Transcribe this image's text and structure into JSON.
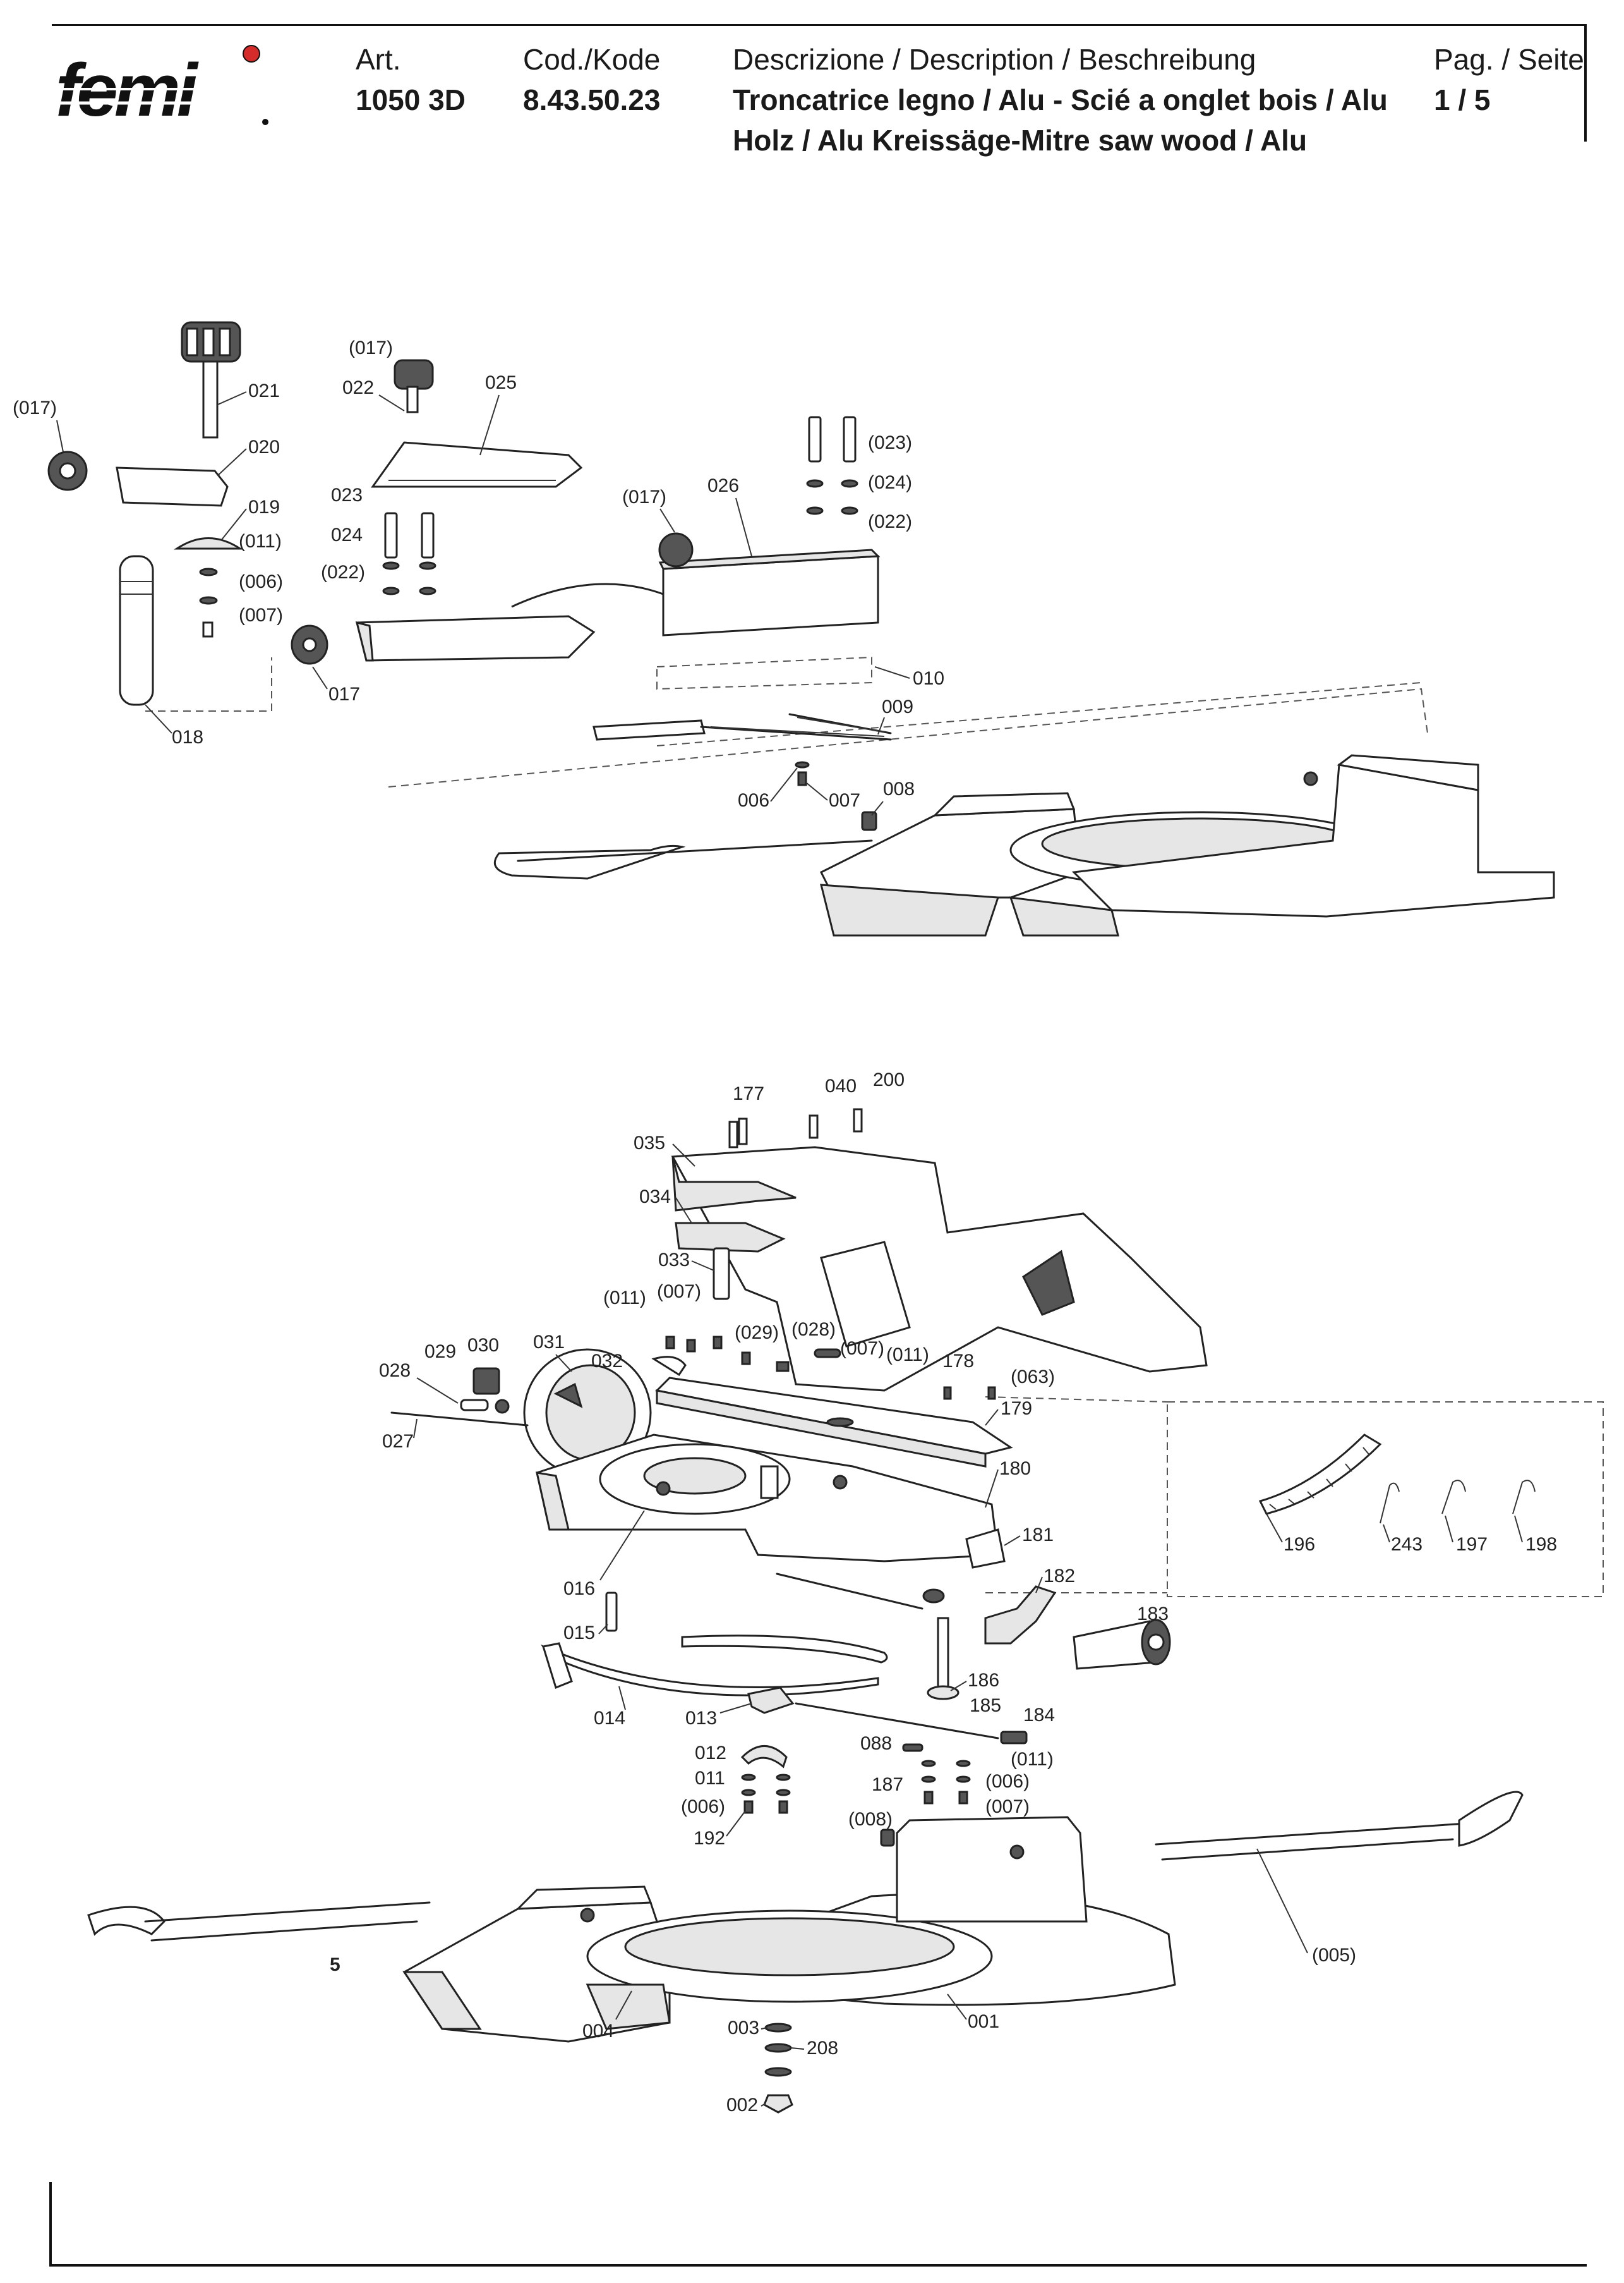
{
  "header": {
    "brand": "femi",
    "art_label": "Art.",
    "art_value": "1050 3D",
    "code_label": "Cod./Kode",
    "code_value": "8.43.50.23",
    "desc_label": "Descrizione / Description / Beschreibung",
    "desc_line1": "Troncatrice legno / Alu - Scié a onglet bois / Alu",
    "desc_line2": "Holz / Alu Kreissäge-Mitre saw wood / Alu",
    "page_label": "Pag. / Seite",
    "page_value": "1 / 5"
  },
  "colors": {
    "logo_dot": "#d62b2b",
    "line": "#111111"
  },
  "callouts": {
    "c017a": "(017)",
    "c021": "021",
    "c022a": "022",
    "c025": "025",
    "c017b": "(017)",
    "c020": "020",
    "c019": "019",
    "c011a": "(011)",
    "c006a": "(006)",
    "c007a": "(007)",
    "c023a": "023",
    "c024a": "024",
    "c022b": "(022)",
    "c017c": "017",
    "c018": "018",
    "c017d": "(017)",
    "c026": "026",
    "c023b": "(023)",
    "c024b": "(024)",
    "c022c": "(022)",
    "c010": "010",
    "c009": "009",
    "c006b": "006",
    "c007b": "007",
    "c008": "008",
    "c177": "177",
    "c040": "040",
    "c200": "200",
    "c035": "035",
    "c034": "034",
    "c033": "033",
    "c011b": "(011)",
    "c007c": "(007)",
    "c029a": "(029)",
    "c028a": "(028)",
    "c007d": "(007)",
    "c011c": "(011)",
    "c178": "178",
    "c063": "(063)",
    "c029b": "029",
    "c030": "030",
    "c031": "031",
    "c032": "032",
    "c028b": "028",
    "c027": "027",
    "c179": "179",
    "c180": "180",
    "c181": "181",
    "c182": "182",
    "c183": "183",
    "c016": "016",
    "c015": "015",
    "c014": "014",
    "c013": "013",
    "c186": "186",
    "c185": "185",
    "c184": "184",
    "c088": "088",
    "c011d": "(011)",
    "c012": "012",
    "c011e": "011",
    "c006c": "(006)",
    "c192": "192",
    "c187": "187",
    "c006d": "(006)",
    "c007e": "(007)",
    "c008b": "(008)",
    "c196": "196",
    "c243": "243",
    "c197": "197",
    "c198": "198",
    "c005": "(005)",
    "c5": "5",
    "c004": "004",
    "c001": "001",
    "c003": "003",
    "c208": "208",
    "c002": "002"
  }
}
